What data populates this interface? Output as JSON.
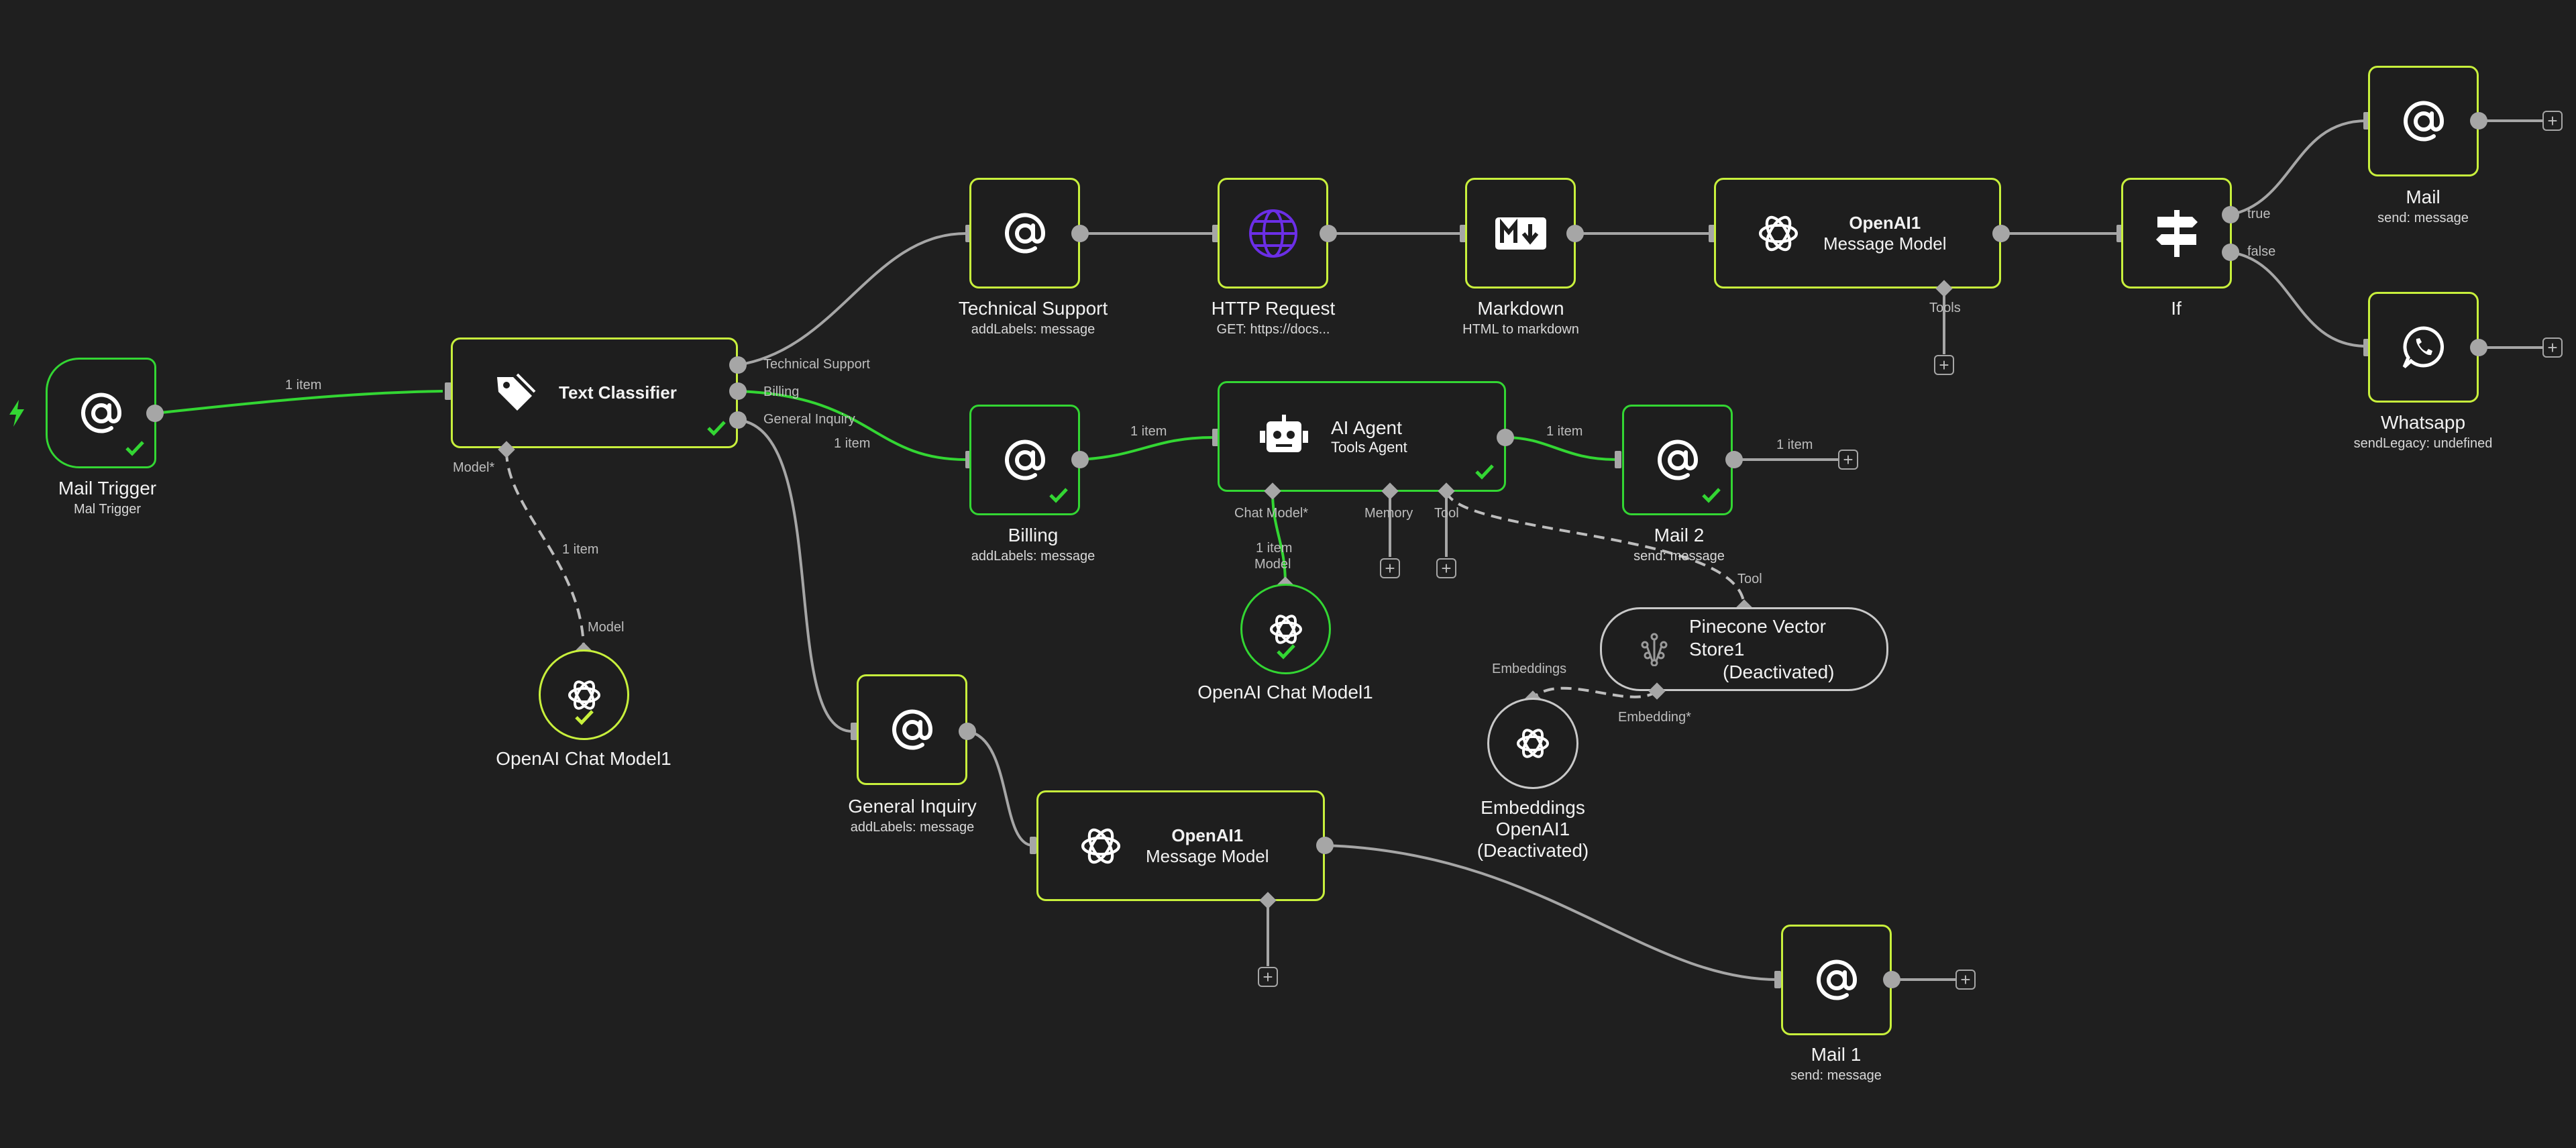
{
  "nodes": {
    "mail_trigger": {
      "title": "Mail Trigger",
      "subtitle": "Mal Trigger"
    },
    "text_classifier": {
      "title": "Text Classifier",
      "outputs": [
        "Technical Support",
        "Billing",
        "General Inquiry"
      ],
      "port_label": "Model*"
    },
    "openai_chat_model_top": {
      "title": "OpenAI Chat Model1",
      "port_label": "Model"
    },
    "technical_support": {
      "title": "Technical Support",
      "subtitle": "addLabels: message"
    },
    "http_request": {
      "title": "HTTP Request",
      "subtitle": "GET: https://docs..."
    },
    "markdown": {
      "title": "Markdown",
      "subtitle": "HTML to markdown"
    },
    "openai_message_top": {
      "title": "OpenAI1",
      "subtitle": "Message Model",
      "port_label": "Tools"
    },
    "if_node": {
      "title": "If",
      "outputs": [
        "true",
        "false"
      ]
    },
    "mail": {
      "title": "Mail",
      "subtitle": "send: message"
    },
    "whatsapp": {
      "title": "Whatsapp",
      "subtitle": "sendLegacy: undefined"
    },
    "billing": {
      "title": "Billing",
      "subtitle": "addLabels: message"
    },
    "ai_agent": {
      "title": "AI Agent",
      "subtitle": "Tools Agent",
      "ports": [
        "Chat Model*",
        "Memory",
        "Tool"
      ]
    },
    "mail2": {
      "title": "Mail 2",
      "subtitle": "send: message"
    },
    "openai_chat_model_agent": {
      "title": "OpenAI Chat Model1",
      "port_label": "Model"
    },
    "pinecone": {
      "line1": "Pinecone Vector",
      "line2": "Store1",
      "line3": "(Deactivated)",
      "port_top": "Tool",
      "port_bottom": "Embedding*"
    },
    "embeddings": {
      "line1": "Embeddings",
      "line2": "OpenAI1",
      "line3": "(Deactivated)",
      "port_label": "Embeddings"
    },
    "general_inquiry": {
      "title": "General Inquiry",
      "subtitle": "addLabels: message"
    },
    "openai_message_bottom": {
      "title": "OpenAI1",
      "subtitle": "Message Model"
    },
    "mail1": {
      "title": "Mail 1",
      "subtitle": "send: message"
    }
  },
  "edge_labels": {
    "trigger_to_classifier": "1 item",
    "classifier_model": "1 item",
    "billing_in": "1 item",
    "billing_to_agent": "1 item",
    "agent_to_mail2": "1 item",
    "mail2_out": "1 item",
    "agent_model": "1 item"
  },
  "colors": {
    "background": "#1f1f1f",
    "active": "#c8f03c",
    "success": "#33d633",
    "inactive": "#c8c8c8",
    "edge": "#a6a6a6",
    "http_globe": "#6b2ee6"
  },
  "icons": [
    "at-icon",
    "tag-icon",
    "globe-icon",
    "markdown-icon",
    "openai-icon",
    "signpost-icon",
    "whatsapp-icon",
    "robot-icon",
    "pinecone-icon",
    "bolt-icon",
    "check-icon",
    "plus-icon"
  ]
}
